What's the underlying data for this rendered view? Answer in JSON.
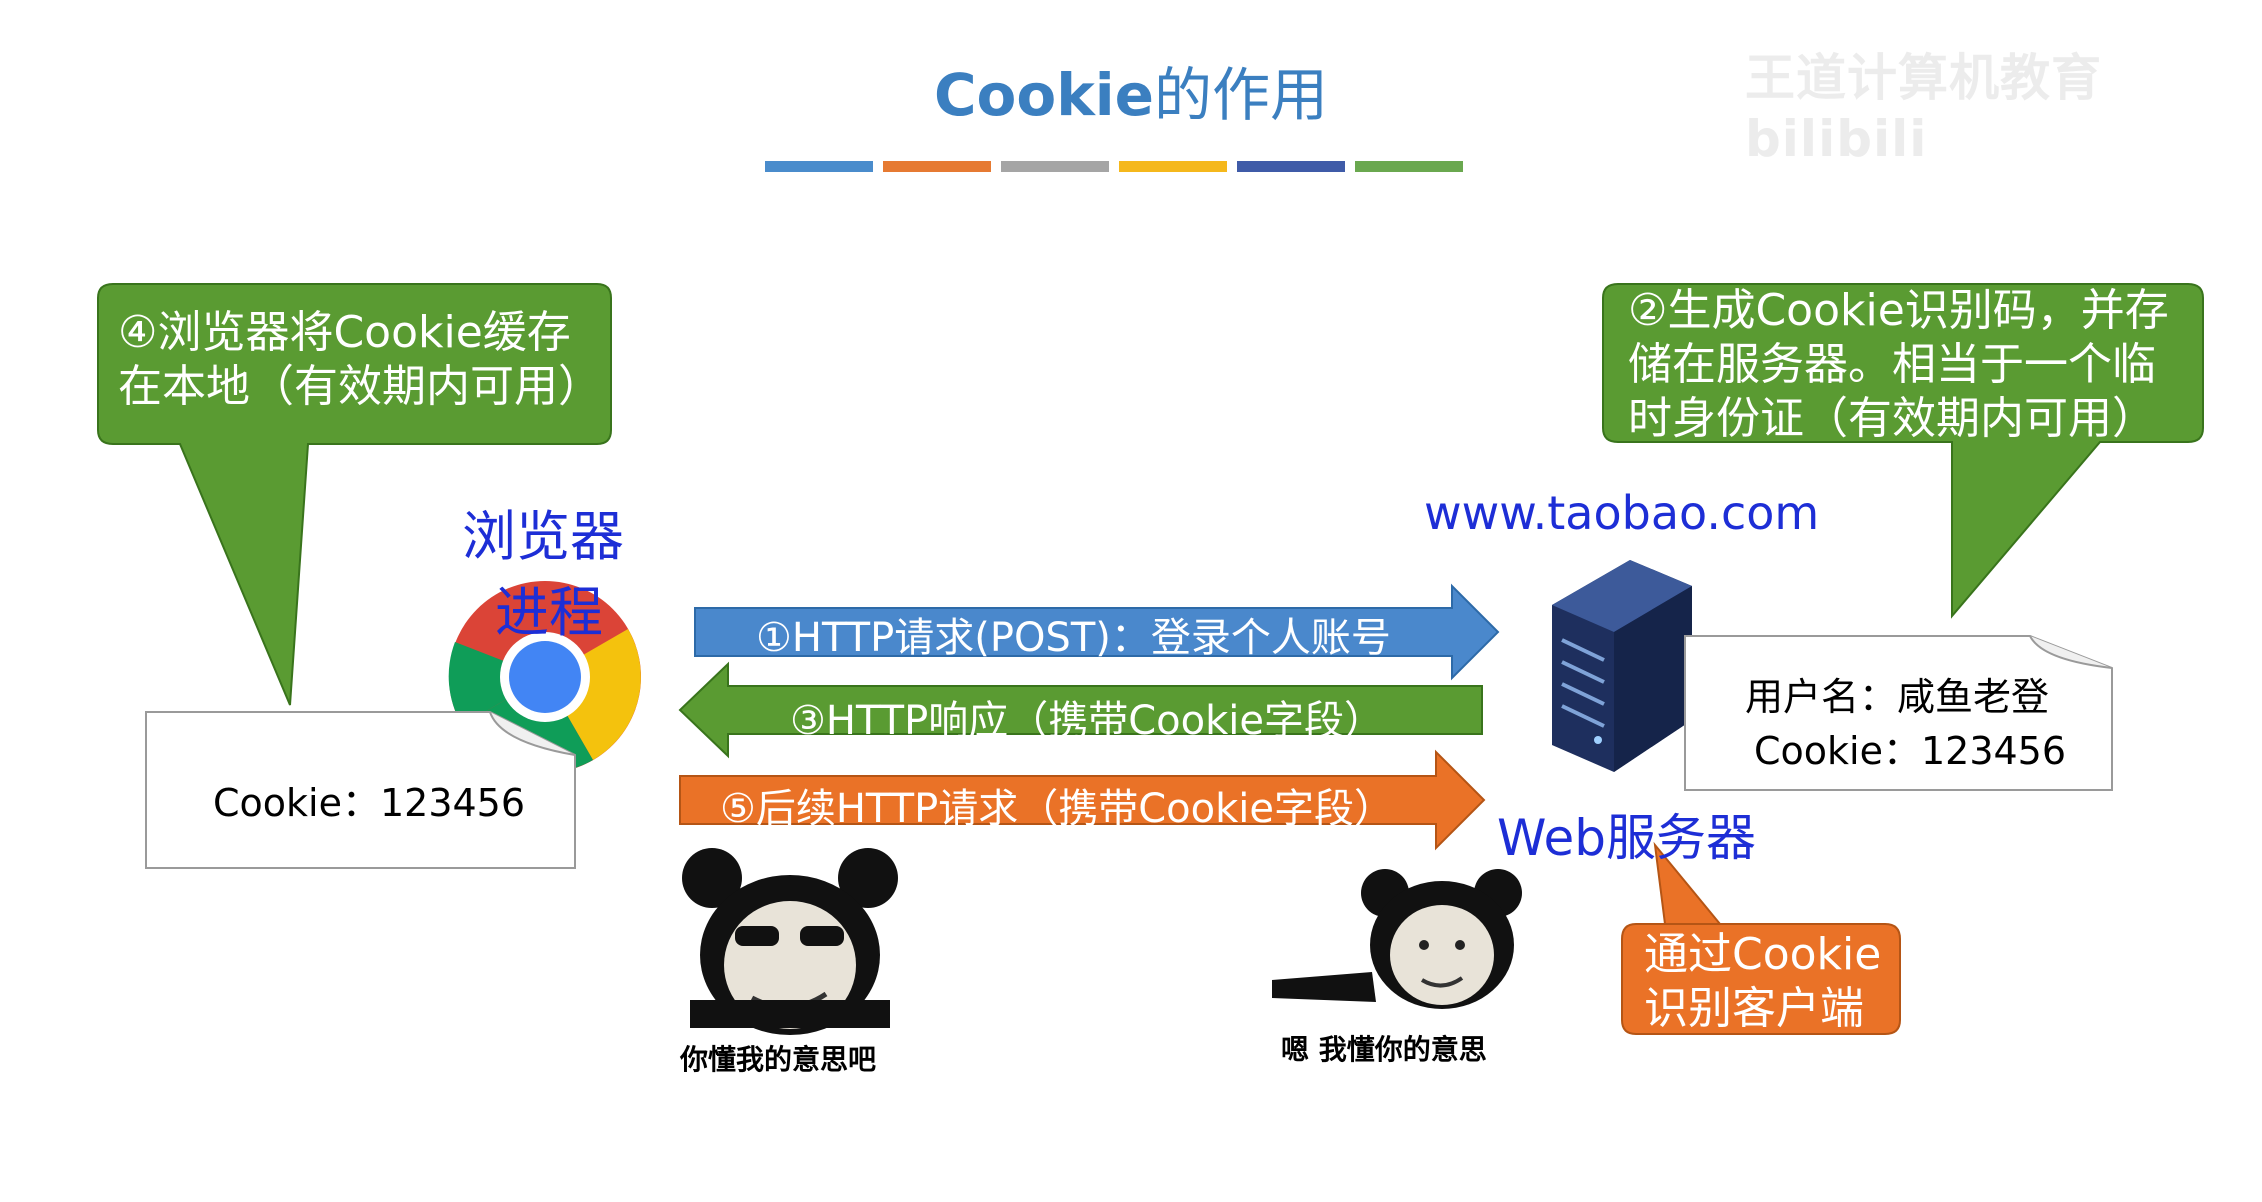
{
  "title": {
    "latin": "Cookie",
    "cjk": "的作用"
  },
  "watermark": "王道计算机教育 bilibili",
  "deco_colors": [
    "#4a8ccc",
    "#e67a32",
    "#a5a5a5",
    "#f5b81c",
    "#3f5ba8",
    "#6aa84f"
  ],
  "colors": {
    "green": "#5a9b32",
    "blue": "#4a88cc",
    "orange": "#ea7227",
    "label_blue": "#1d2ed6",
    "title_blue": "#3b7fc0"
  },
  "browser": {
    "label_line1": "浏览器",
    "label_line2": "进程",
    "bubble_line1": "④浏览器将Cookie缓存",
    "bubble_line2": "在本地（有效期内可用）",
    "cookie_note": "Cookie：123456",
    "icon": "chrome-icon"
  },
  "server": {
    "url": "www.taobao.com",
    "label": "Web服务器",
    "bubble_line1": "②生成Cookie识别码，并存",
    "bubble_line2": "储在服务器。相当于一个临",
    "bubble_line3": "时身份证（有效期内可用）",
    "note_user": "用户名：咸鱼老登",
    "note_cookie": "Cookie：123456",
    "orange_line1": "通过Cookie",
    "orange_line2": "识别客户端",
    "icon": "server-icon"
  },
  "arrows": [
    {
      "text": "①HTTP请求(POST)：登录个人账号",
      "color": "#4a88cc",
      "direction": "right"
    },
    {
      "text": "③HTTP响应（携带Cookie字段）",
      "color": "#5a9b32",
      "direction": "left"
    },
    {
      "text": "⑤后续HTTP请求（携带Cookie字段）",
      "color": "#ea7227",
      "direction": "right"
    }
  ],
  "memes": [
    {
      "caption": "你懂我的意思吧",
      "icon": "panda-sunglasses-meme-icon"
    },
    {
      "caption": "嗯 我懂你的意思",
      "icon": "panda-meme-icon"
    }
  ]
}
